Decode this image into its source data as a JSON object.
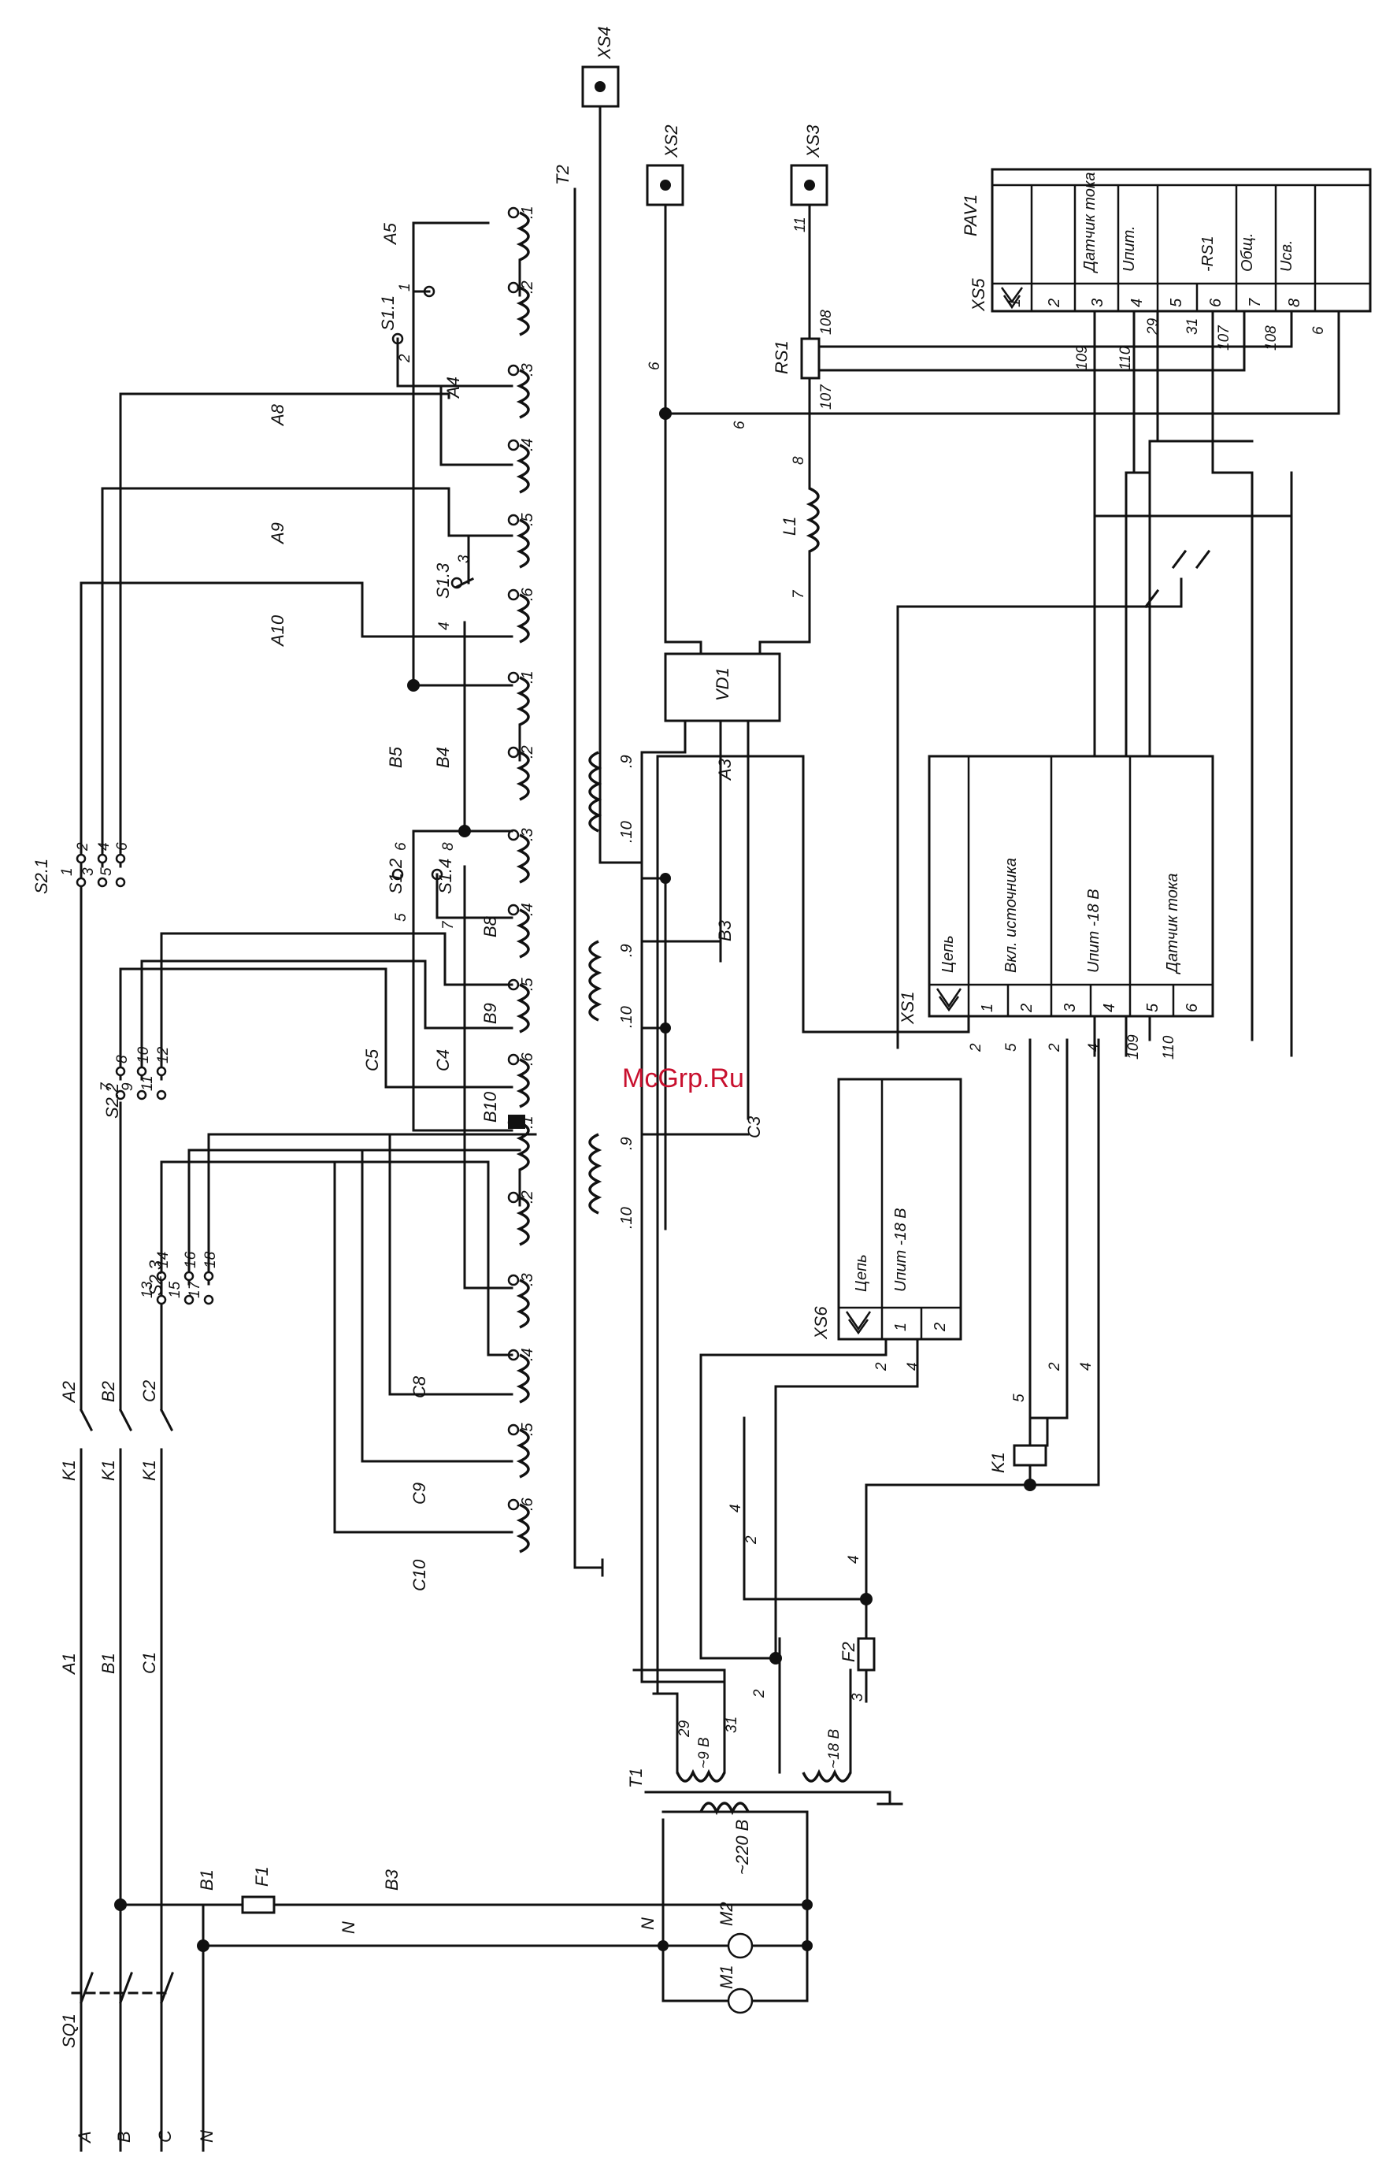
{
  "watermark": "McGrp.Ru",
  "supply": {
    "phases": [
      "A",
      "B",
      "C",
      "N"
    ],
    "switch": "SQ1",
    "lines": [
      "A1",
      "B1",
      "C1"
    ],
    "contactor_lines": [
      "A2",
      "B2",
      "C2"
    ],
    "contactor_labels": [
      "K1",
      "K1",
      "K1"
    ],
    "neutral": "N",
    "b1": "B1",
    "b3": "B3",
    "fuse": "F1"
  },
  "motors": {
    "m1": "M1",
    "m2": "M2",
    "n": "N"
  },
  "t1": {
    "name": "T1",
    "primary": "~220 В",
    "sec1": "~9 В",
    "sec2": "~18 В",
    "w29": "29",
    "w31": "31",
    "w2": "2",
    "w3": "3"
  },
  "fuse2": {
    "name": "F2",
    "w4": "4",
    "w4b": "4",
    "w2": "2"
  },
  "relay": {
    "name": "K1",
    "w5": "5",
    "w2": "2",
    "w4": "4"
  },
  "t2": {
    "name": "T2",
    "taps": [
      ".1",
      ".2",
      ".3",
      ".4",
      ".5",
      ".6"
    ],
    "a_labels": [
      "A5",
      "A4",
      "A8",
      "A9",
      "A10"
    ],
    "b_labels": [
      "B5",
      "B4",
      "B8",
      "B9",
      "B10"
    ],
    "c_labels": [
      "C5",
      "C4",
      "C8",
      "C9",
      "C10"
    ],
    "sec_taps": [
      ".9",
      ".10"
    ],
    "sec_labels": [
      "A3",
      "B3",
      "C3"
    ]
  },
  "switches": {
    "s11": "S1.1",
    "s11_pins": [
      "1",
      "2"
    ],
    "s12": "S1.2",
    "s12_pins": [
      "5",
      "6"
    ],
    "s13": "S1.3",
    "s13_pins": [
      "3",
      "4"
    ],
    "s14": "S1.4",
    "s14_pins": [
      "7",
      "8"
    ],
    "s21": "S2.1",
    "s21_pins": [
      "1",
      "2",
      "3",
      "4",
      "5",
      "6"
    ],
    "s22": "S2.2",
    "s22_pins": [
      "7",
      "8",
      "9",
      "10",
      "11",
      "12"
    ],
    "s23": "S2.3",
    "s23_pins": [
      "13",
      "14",
      "15",
      "16",
      "17",
      "18"
    ]
  },
  "vd1": {
    "name": "VD1"
  },
  "l1": {
    "name": "L1",
    "w7": "7",
    "w8": "8"
  },
  "rs1": {
    "name": "RS1",
    "w108": "108",
    "w107": "107",
    "w6": "6"
  },
  "sockets": {
    "xs2": "XS2",
    "xs3": "XS3",
    "xs4": "XS4",
    "w6": "6",
    "w11": "11"
  },
  "pav1": {
    "name": "PAV1",
    "connector": "XS5",
    "headers": [
      "",
      "Датчик тока",
      "Uпит.",
      "-RS1",
      "Общ.",
      "Uсв."
    ],
    "pins": [
      "1",
      "2",
      "3",
      "4",
      "5",
      "6",
      "7",
      "8"
    ],
    "wires": [
      "109",
      "110",
      "29",
      "31",
      "107",
      "108",
      "6"
    ]
  },
  "xs1": {
    "name": "XS1",
    "headers": [
      "Цепь",
      "Вкл. источника",
      "Uпит -18 В",
      "Датчик тока"
    ],
    "pins": [
      "1",
      "2",
      "3",
      "4",
      "5",
      "6"
    ],
    "wires": [
      "2",
      "5",
      "2",
      "4",
      "109",
      "110"
    ]
  },
  "xs6": {
    "name": "XS6",
    "headers": [
      "Цепь",
      "Uпит -18 В"
    ],
    "pins": [
      "1",
      "2"
    ],
    "wires": [
      "2",
      "4"
    ]
  }
}
